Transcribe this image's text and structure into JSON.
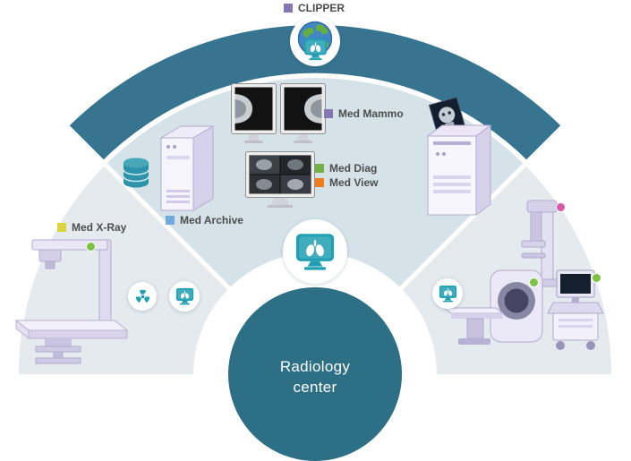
{
  "center": {
    "line1": "Radiology",
    "line2": "center",
    "bg": "#2d7086",
    "text_color": "#ffffff"
  },
  "labels": {
    "clipper": {
      "text": "CLIPPER",
      "bullet": "#8477b2"
    },
    "med_mammo": {
      "text": "Med Mammo",
      "bullet": "#8477b2"
    },
    "med_diag": {
      "text": "Med Diag",
      "bullet": "#74b045"
    },
    "med_view": {
      "text": "Med View",
      "bullet": "#ee7c1f"
    },
    "med_archive": {
      "text": "Med Archive",
      "bullet": "#6fa9dd"
    },
    "med_xray": {
      "text": "Med X-Ray",
      "bullet": "#ddd33c"
    }
  },
  "colors": {
    "outer_band": "#37748f",
    "middle_wedge": "#d5e3e9",
    "side_wedge": "#e4eaed",
    "divider": "#ffffff",
    "icon_teal": "#21a0b3",
    "status_green": "#7cc144",
    "status_pink": "#d65ba6",
    "label_text": "#4d4d4d"
  },
  "icons": {
    "top_hub": "globe-monitor-icon",
    "center_hub": "monitor-lungs-icon",
    "left_zone": [
      "radiation-icon",
      "monitor-lungs-icon"
    ],
    "right_zone": [
      "monitor-lungs-icon"
    ]
  },
  "illustrations": [
    "x-ray-machine",
    "database-symbol",
    "archive-server-tower",
    "dual-mammo-monitors",
    "diagnostic-monitor",
    "film-printer-tower",
    "mammography-unit",
    "ct-scanner",
    "ultrasound-cart"
  ],
  "status_dots": [
    {
      "on": "x-ray-machine",
      "color": "#7cc144"
    },
    {
      "on": "mammography-unit",
      "color": "#d65ba6"
    },
    {
      "on": "ct-scanner",
      "color": "#7cc144"
    },
    {
      "on": "ultrasound-cart",
      "color": "#7cc144"
    }
  ]
}
